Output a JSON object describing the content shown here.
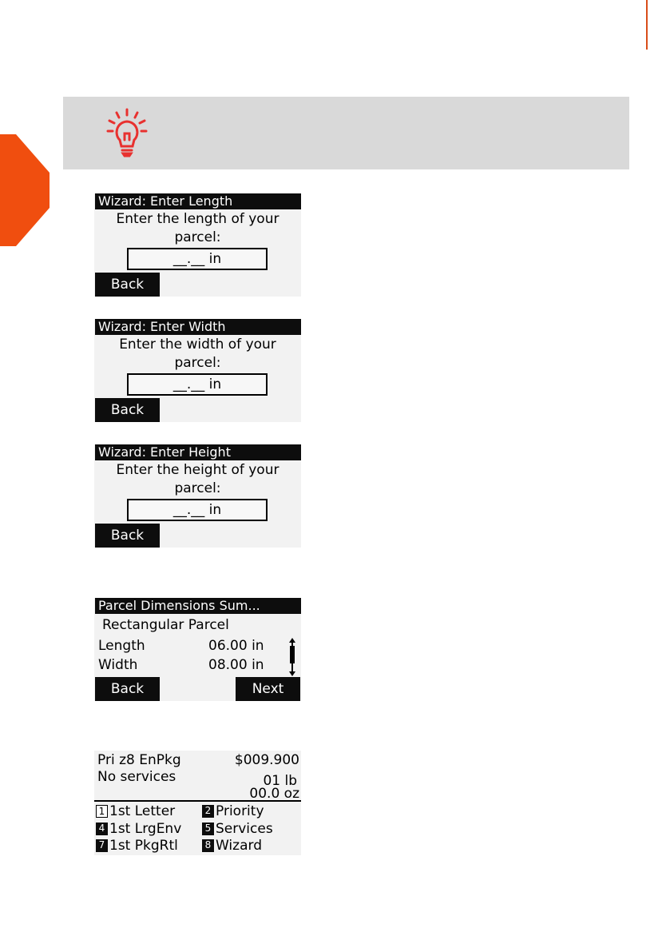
{
  "screens": {
    "length": {
      "title": "Wizard: Enter Length",
      "prompt_line1": "Enter the length of your",
      "prompt_line2": "parcel:",
      "input_value": "__.__ in",
      "back_label": "Back"
    },
    "width": {
      "title": "Wizard: Enter Width",
      "prompt_line1": "Enter the width of your",
      "prompt_line2": "parcel:",
      "input_value": "__.__ in",
      "back_label": "Back"
    },
    "height": {
      "title": "Wizard: Enter Height",
      "prompt_line1": "Enter the height of your",
      "prompt_line2": "parcel:",
      "input_value": "__.__ in",
      "back_label": "Back"
    },
    "summary": {
      "title": "Parcel Dimensions Sum...",
      "subtitle": "Rectangular Parcel",
      "rows": [
        {
          "label": "Length",
          "value": "06.00 in"
        },
        {
          "label": "Width",
          "value": "08.00 in"
        }
      ],
      "back_label": "Back",
      "next_label": "Next"
    },
    "home": {
      "class_name": "Pri z8 EnPkg",
      "amount": "$009.900",
      "services": "No services",
      "weight_lb": "01 lb",
      "weight_oz": "00.0 oz",
      "menu": [
        {
          "key": "1",
          "label": "1st Letter",
          "style": "outline"
        },
        {
          "key": "2",
          "label": "Priority",
          "style": "filled"
        },
        {
          "key": "4",
          "label": "1st LrgEnv",
          "style": "filled"
        },
        {
          "key": "5",
          "label": "Services",
          "style": "filled"
        },
        {
          "key": "7",
          "label": "1st PkgRtl",
          "style": "filled"
        },
        {
          "key": "8",
          "label": "Wizard",
          "style": "filled"
        }
      ]
    }
  },
  "colors": {
    "accent": "#f04e0f",
    "icon_red": "#e8312f",
    "tip_background": "#d9d9d9"
  },
  "icons": {
    "tip": "lightbulb-icon"
  }
}
